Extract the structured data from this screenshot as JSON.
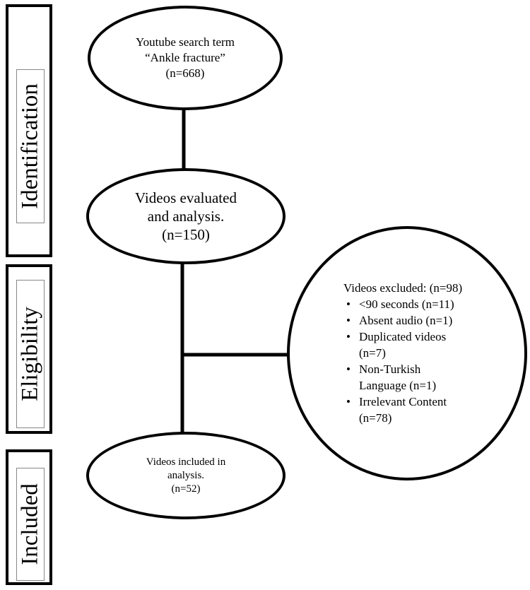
{
  "stages": [
    {
      "label": "Identification"
    },
    {
      "label": "Eligibility"
    },
    {
      "label": "Included"
    }
  ],
  "nodes": {
    "search": {
      "lines": [
        "Youtube search term",
        "“Ankle fracture”",
        "(n=668)"
      ]
    },
    "evaluated": {
      "lines": [
        "Videos evaluated",
        "and analysis.",
        "(n=150)"
      ]
    },
    "included": {
      "lines": [
        "Videos included in",
        "analysis.",
        "(n=52)"
      ]
    },
    "excluded": {
      "title": "Videos excluded: (n=98)",
      "items": [
        {
          "lines": [
            "<90 seconds (n=11)"
          ]
        },
        {
          "lines": [
            "Absent audio (n=1)"
          ]
        },
        {
          "lines": [
            "Duplicated videos",
            "(n=7)"
          ]
        },
        {
          "lines": [
            "Non-Turkish",
            "Language (n=1)"
          ]
        },
        {
          "lines": [
            "Irrelevant Content",
            "(n=78)"
          ]
        }
      ]
    }
  },
  "bullet_char": "•"
}
